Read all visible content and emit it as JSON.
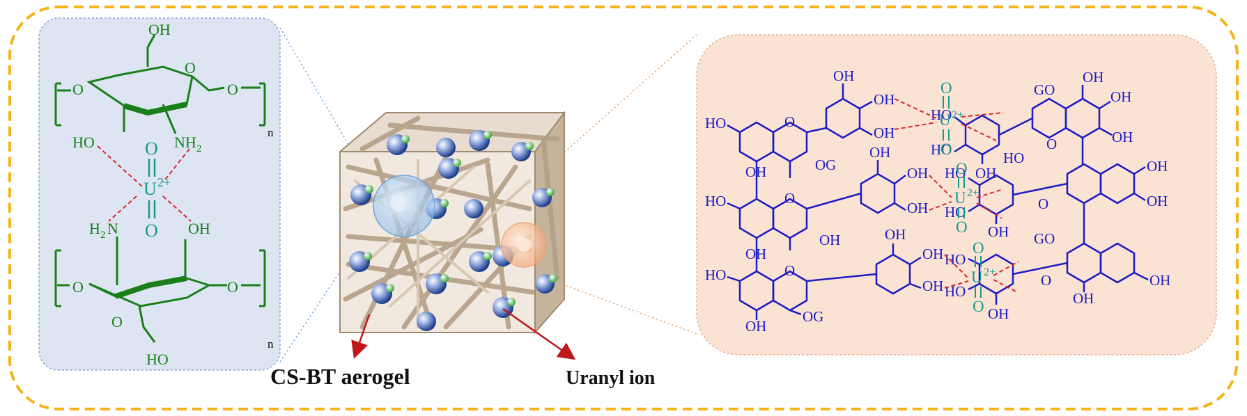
{
  "captions": {
    "aerogel": "CS-BT aerogel",
    "uranyl": "Uranyl ion"
  },
  "left_panel": {
    "oh_top": "OH",
    "o_ring": "O",
    "o_left": "O",
    "o_right": "O",
    "n_sub": "n",
    "ho": "HO",
    "nh2": "NH",
    "nh2_sub": "2",
    "uranyl_o_top": "O",
    "uranyl_u": "U",
    "uranyl_charge": "2+",
    "uranyl_o_bottom": "O",
    "h2n": "H",
    "h2n_sub": "2",
    "h2n_n": "N",
    "oh_mid": "OH",
    "o_ring2": "O",
    "o_left2": "O",
    "o_right2": "O",
    "n_sub2": "n",
    "ho_bottom": "HO"
  },
  "right_panel": {
    "oh": "OH",
    "ho": "HO",
    "o": "O",
    "og": "OG",
    "go": "GO",
    "u": "U",
    "charge": "2+"
  },
  "colors": {
    "frame": "#f2b416",
    "left_bg": "#dde5f3",
    "right_bg": "#fbe3d3",
    "chitosan": "#1a7f1a",
    "tannin": "#1c1cc4",
    "uranyl": "#159a8c",
    "bond_dash": "#d9252b",
    "arrow": "#c0161c"
  }
}
